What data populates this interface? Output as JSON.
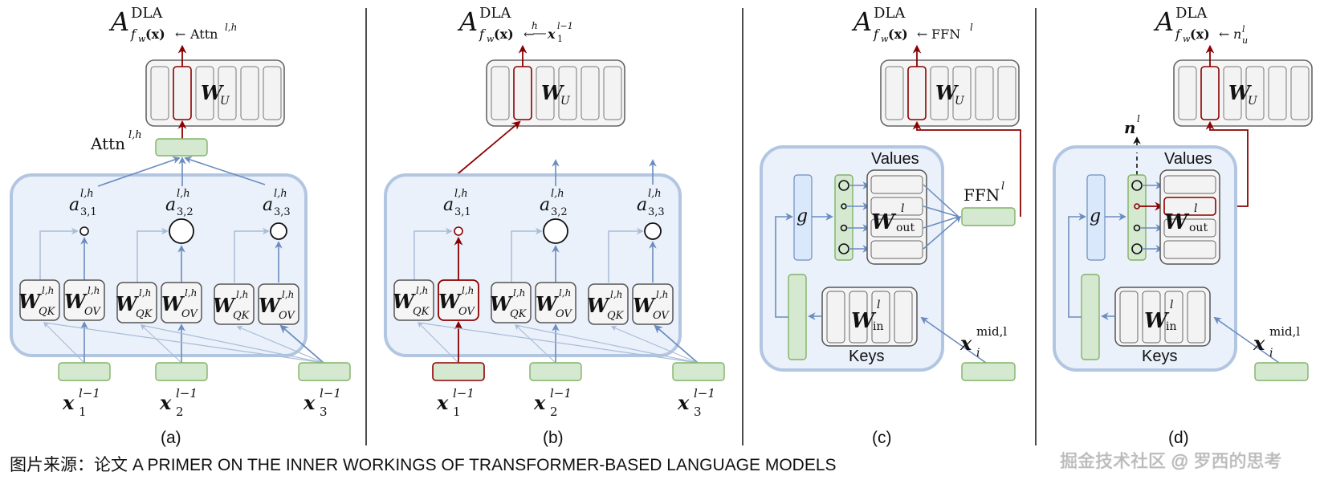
{
  "figure": {
    "panels": [
      {
        "id": "a",
        "label": "(a)",
        "title_main": "A",
        "title_sup": "DLA",
        "title_sub": "f_w(x)←Attn^{l,h}",
        "title_sub_parts": {
          "fw": "f",
          "w": "w",
          "x": "(x)",
          "arrow": "←",
          "target": "Attn",
          "target_sup": "l,h"
        },
        "unembed_label": "W",
        "unembed_sub": "U",
        "attn_output_label": "Attn",
        "attn_output_sup": "l,h",
        "attention_weights": [
          {
            "label": "a",
            "sup": "l,h",
            "sub": "3,1",
            "size": "small"
          },
          {
            "label": "a",
            "sup": "l,h",
            "sub": "3,2",
            "size": "large"
          },
          {
            "label": "a",
            "sup": "l,h",
            "sub": "3,3",
            "size": "medium"
          }
        ],
        "weight_matrices": [
          {
            "label": "W",
            "sup": "l,h",
            "sub": "QK"
          },
          {
            "label": "W",
            "sup": "l,h",
            "sub": "OV"
          },
          {
            "label": "W",
            "sup": "l,h",
            "sub": "QK"
          },
          {
            "label": "W",
            "sup": "l,h",
            "sub": "OV"
          },
          {
            "label": "W",
            "sup": "l,h",
            "sub": "QK"
          },
          {
            "label": "W",
            "sup": "l,h",
            "sub": "OV"
          }
        ],
        "inputs": [
          {
            "label": "x",
            "sup": "l−1",
            "sub": "1"
          },
          {
            "label": "x",
            "sup": "l−1",
            "sub": "2"
          },
          {
            "label": "x",
            "sup": "l−1",
            "sub": "3"
          }
        ]
      },
      {
        "id": "b",
        "label": "(b)",
        "title_main": "A",
        "title_sup": "DLA",
        "title_sub_parts": {
          "fw": "f",
          "w": "w",
          "x": "(x)",
          "arrow": "←",
          "arrow_label": "h",
          "target": "x",
          "target_sup": "l−1",
          "target_sub": "1"
        },
        "unembed_label": "W",
        "unembed_sub": "U",
        "attention_weights": [
          {
            "label": "a",
            "sup": "l,h",
            "sub": "3,1",
            "size": "small",
            "highlighted": true
          },
          {
            "label": "a",
            "sup": "l,h",
            "sub": "3,2",
            "size": "large"
          },
          {
            "label": "a",
            "sup": "l,h",
            "sub": "3,3",
            "size": "medium"
          }
        ],
        "weight_matrices": [
          {
            "label": "W",
            "sup": "l,h",
            "sub": "QK"
          },
          {
            "label": "W",
            "sup": "l,h",
            "sub": "OV",
            "highlighted": true
          },
          {
            "label": "W",
            "sup": "l,h",
            "sub": "QK"
          },
          {
            "label": "W",
            "sup": "l,h",
            "sub": "OV"
          },
          {
            "label": "W",
            "sup": "l,h",
            "sub": "QK"
          },
          {
            "label": "W",
            "sup": "l,h",
            "sub": "OV"
          }
        ],
        "inputs": [
          {
            "label": "x",
            "sup": "l−1",
            "sub": "1",
            "highlighted": true
          },
          {
            "label": "x",
            "sup": "l−1",
            "sub": "2"
          },
          {
            "label": "x",
            "sup": "l−1",
            "sub": "3"
          }
        ]
      },
      {
        "id": "c",
        "label": "(c)",
        "title_main": "A",
        "title_sup": "DLA",
        "title_sub_parts": {
          "fw": "f",
          "w": "w",
          "x": "(x)",
          "arrow": "←",
          "target": "FFN",
          "target_sup": "l"
        },
        "unembed_label": "W",
        "unembed_sub": "U",
        "values_label": "Values",
        "keys_label": "Keys",
        "gate_label": "g",
        "w_out_label": "W",
        "w_out_sup": "l",
        "w_out_sub": "out",
        "w_in_label": "W",
        "w_in_sup": "l",
        "w_in_sub": "in",
        "ffn_output_label": "FFN",
        "ffn_output_sup": "l",
        "input_label": "x",
        "input_sup": "mid,l",
        "input_sub": "i"
      },
      {
        "id": "d",
        "label": "(d)",
        "title_main": "A",
        "title_sup": "DLA",
        "title_sub_parts": {
          "fw": "f",
          "w": "w",
          "x": "(x)",
          "arrow": "←",
          "target": "n",
          "target_sup": "l",
          "target_sub": "u"
        },
        "unembed_label": "W",
        "unembed_sub": "U",
        "neuron_label": "n",
        "neuron_sup": "l",
        "values_label": "Values",
        "keys_label": "Keys",
        "gate_label": "g",
        "w_out_label": "W",
        "w_out_sup": "l",
        "w_out_sub": "out",
        "w_in_label": "W",
        "w_in_sup": "l",
        "w_in_sub": "in",
        "input_label": "x",
        "input_sup": "mid,l",
        "input_sub": "i"
      }
    ]
  },
  "colors": {
    "highlight_red": "#8b0000",
    "flow_blue": "#6a8cbf",
    "light_blue_arrow": "#a9bcd8",
    "block_bg": "#eaf1fb",
    "block_border": "#b2c6e2",
    "vector_green": "#d5e8d0",
    "vector_green_border": "#82b366",
    "gate_blue": "#dae8fc",
    "matrix_border": "#555555",
    "matrix_fill": "#f5f5f5"
  },
  "caption": "图片来源：论文 A PRIMER ON THE INNER WORKINGS OF TRANSFORMER-BASED LANGUAGE MODELS",
  "watermark": "掘金技术社区 @ 罗西的思考"
}
